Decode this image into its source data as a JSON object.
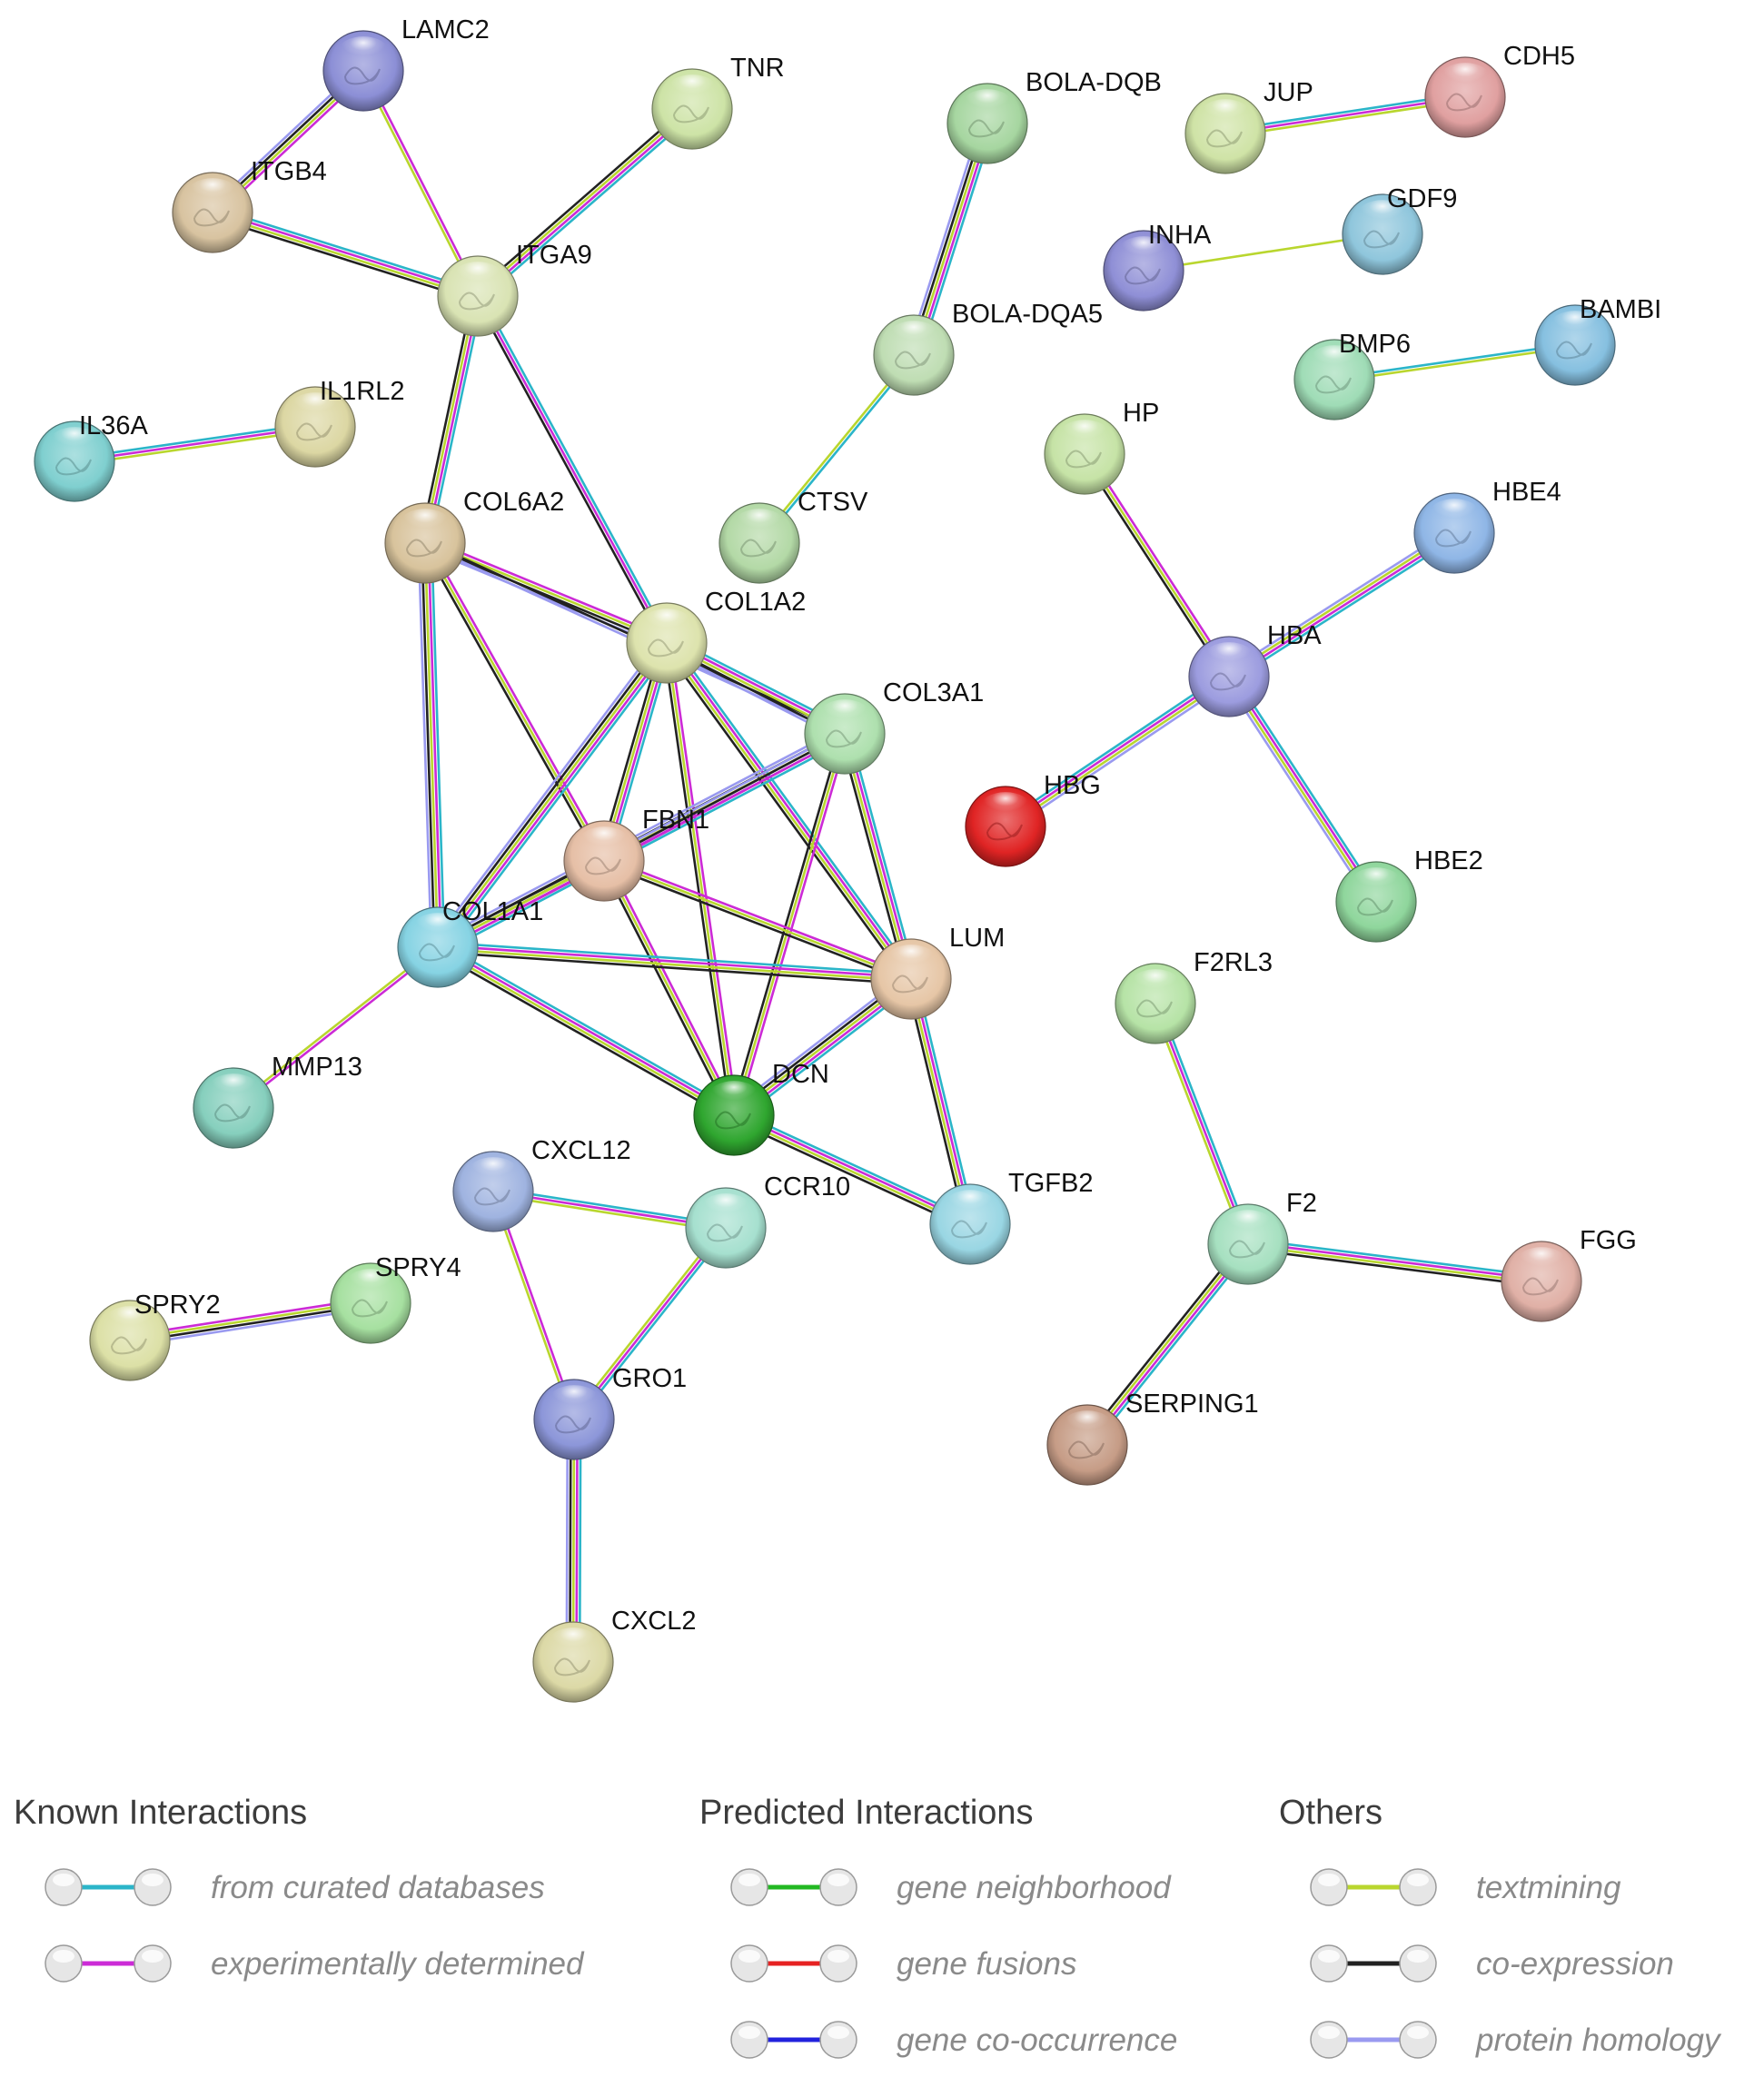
{
  "nodes": [
    {
      "id": "LAMC2",
      "label": "LAMC2",
      "color": "#8c8fd6"
    },
    {
      "id": "TNR",
      "label": "TNR",
      "color": "#cde3a6"
    },
    {
      "id": "ITGB4",
      "label": "ITGB4",
      "color": "#d8c3a0"
    },
    {
      "id": "ITGA9",
      "label": "ITGA9",
      "color": "#d9e3b3"
    },
    {
      "id": "IL1RL2",
      "label": "IL1RL2",
      "color": "#dcd7a3"
    },
    {
      "id": "IL36A",
      "label": "IL36A",
      "color": "#7fcfcf"
    },
    {
      "id": "COL6A2",
      "label": "COL6A2",
      "color": "#d8c39c"
    },
    {
      "id": "BOLA-DQB",
      "label": "BOLA-DQB",
      "color": "#a6d6a0"
    },
    {
      "id": "BOLA-DQA5",
      "label": "BOLA-DQA5",
      "color": "#bfddb3"
    },
    {
      "id": "CTSV",
      "label": "CTSV",
      "color": "#b3d9a6"
    },
    {
      "id": "COL1A2",
      "label": "COL1A2",
      "color": "#dde3ad"
    },
    {
      "id": "COL3A1",
      "label": "COL3A1",
      "color": "#aee0ae"
    },
    {
      "id": "JUP",
      "label": "JUP",
      "color": "#cfe3a6"
    },
    {
      "id": "CDH5",
      "label": "CDH5",
      "color": "#e0a0a0"
    },
    {
      "id": "INHA",
      "label": "INHA",
      "color": "#8f8fd6"
    },
    {
      "id": "GDF9",
      "label": "GDF9",
      "color": "#8fc6dc"
    },
    {
      "id": "BAMBI",
      "label": "BAMBI",
      "color": "#86c0e0"
    },
    {
      "id": "BMP6",
      "label": "BMP6",
      "color": "#9fdcb6"
    },
    {
      "id": "HP",
      "label": "HP",
      "color": "#c6e3a6"
    },
    {
      "id": "HBE4",
      "label": "HBE4",
      "color": "#8fb6e6"
    },
    {
      "id": "HBA",
      "label": "HBA",
      "color": "#9c9cdf"
    },
    {
      "id": "HBG",
      "label": "HBG",
      "color": "#e02424"
    },
    {
      "id": "HBE2",
      "label": "HBE2",
      "color": "#8fd69c"
    },
    {
      "id": "FBN1",
      "label": "FBN1",
      "color": "#e6bfa6"
    },
    {
      "id": "COL1A1",
      "label": "COL1A1",
      "color": "#86d3e3"
    },
    {
      "id": "LUM",
      "label": "LUM",
      "color": "#e6c6a6"
    },
    {
      "id": "MMP13",
      "label": "MMP13",
      "color": "#86cfbd"
    },
    {
      "id": "DCN",
      "label": "DCN",
      "color": "#2fa62f"
    },
    {
      "id": "F2RL3",
      "label": "F2RL3",
      "color": "#b6e3a6"
    },
    {
      "id": "CXCL12",
      "label": "CXCL12",
      "color": "#9fb3e0"
    },
    {
      "id": "CCR10",
      "label": "CCR10",
      "color": "#a6e0cf"
    },
    {
      "id": "TGFB2",
      "label": "TGFB2",
      "color": "#99d6e3"
    },
    {
      "id": "F2",
      "label": "F2",
      "color": "#a6e0c0"
    },
    {
      "id": "FGG",
      "label": "FGG",
      "color": "#e0b0a6"
    },
    {
      "id": "SPRY2",
      "label": "SPRY2",
      "color": "#dce0a6"
    },
    {
      "id": "SPRY4",
      "label": "SPRY4",
      "color": "#a6e0a0"
    },
    {
      "id": "GRO1",
      "label": "GRO1",
      "color": "#8c96d9"
    },
    {
      "id": "SERPING1",
      "label": "SERPING1",
      "color": "#c69c86"
    },
    {
      "id": "CXCL2",
      "label": "CXCL2",
      "color": "#dcd9a6"
    }
  ],
  "edges": [
    {
      "source": "LAMC2",
      "target": "ITGB4",
      "evidence": [
        "experiments",
        "textmining",
        "coexpression",
        "homology"
      ]
    },
    {
      "source": "LAMC2",
      "target": "ITGA9",
      "evidence": [
        "experiments",
        "textmining"
      ]
    },
    {
      "source": "ITGB4",
      "target": "ITGA9",
      "evidence": [
        "textmining",
        "coexpression",
        "experiments",
        "databases"
      ]
    },
    {
      "source": "TNR",
      "target": "ITGA9",
      "evidence": [
        "textmining",
        "coexpression",
        "experiments",
        "databases"
      ]
    },
    {
      "source": "ITGA9",
      "target": "COL6A2",
      "evidence": [
        "databases",
        "experiments",
        "coexpression",
        "textmining"
      ]
    },
    {
      "source": "ITGA9",
      "target": "COL1A2",
      "evidence": [
        "databases",
        "experiments",
        "coexpression"
      ]
    },
    {
      "source": "IL36A",
      "target": "IL1RL2",
      "evidence": [
        "databases",
        "experiments",
        "textmining"
      ]
    },
    {
      "source": "BOLA-DQB",
      "target": "BOLA-DQA5",
      "evidence": [
        "homology",
        "experiments",
        "coexpression",
        "textmining",
        "databases"
      ]
    },
    {
      "source": "BOLA-DQA5",
      "target": "CTSV",
      "evidence": [
        "databases",
        "textmining"
      ]
    },
    {
      "source": "JUP",
      "target": "CDH5",
      "evidence": [
        "databases",
        "experiments",
        "textmining"
      ]
    },
    {
      "source": "INHA",
      "target": "GDF9",
      "evidence": [
        "textmining"
      ]
    },
    {
      "source": "BMP6",
      "target": "BAMBI",
      "evidence": [
        "databases",
        "textmining"
      ]
    },
    {
      "source": "COL6A2",
      "target": "COL1A2",
      "evidence": [
        "coexpression",
        "homology",
        "textmining",
        "experiments"
      ]
    },
    {
      "source": "COL6A2",
      "target": "COL1A1",
      "evidence": [
        "coexpression",
        "experiments",
        "databases",
        "homology",
        "textmining"
      ]
    },
    {
      "source": "COL6A2",
      "target": "FBN1",
      "evidence": [
        "coexpression",
        "experiments",
        "textmining"
      ]
    },
    {
      "source": "COL6A2",
      "target": "COL3A1",
      "evidence": [
        "coexpression",
        "homology"
      ]
    },
    {
      "source": "COL1A2",
      "target": "COL3A1",
      "evidence": [
        "coexpression",
        "homology",
        "experiments",
        "databases",
        "textmining"
      ]
    },
    {
      "source": "COL1A2",
      "target": "COL1A1",
      "evidence": [
        "coexpression",
        "homology",
        "experiments",
        "databases",
        "textmining"
      ]
    },
    {
      "source": "COL1A2",
      "target": "FBN1",
      "evidence": [
        "coexpression",
        "experiments",
        "textmining",
        "databases"
      ]
    },
    {
      "source": "COL1A2",
      "target": "LUM",
      "evidence": [
        "coexpression",
        "experiments",
        "databases",
        "textmining"
      ]
    },
    {
      "source": "COL1A2",
      "target": "DCN",
      "evidence": [
        "coexpression",
        "experiments",
        "textmining"
      ]
    },
    {
      "source": "COL3A1",
      "target": "COL1A1",
      "evidence": [
        "coexpression",
        "homology",
        "experiments",
        "databases",
        "textmining"
      ]
    },
    {
      "source": "COL3A1",
      "target": "FBN1",
      "evidence": [
        "coexpression",
        "homology",
        "experiments"
      ]
    },
    {
      "source": "COL3A1",
      "target": "LUM",
      "evidence": [
        "coexpression",
        "experiments",
        "databases",
        "textmining"
      ]
    },
    {
      "source": "COL3A1",
      "target": "DCN",
      "evidence": [
        "coexpression",
        "experiments",
        "textmining"
      ]
    },
    {
      "source": "FBN1",
      "target": "COL1A1",
      "evidence": [
        "coexpression",
        "experiments",
        "textmining"
      ]
    },
    {
      "source": "FBN1",
      "target": "LUM",
      "evidence": [
        "coexpression",
        "experiments",
        "textmining"
      ]
    },
    {
      "source": "FBN1",
      "target": "DCN",
      "evidence": [
        "coexpression",
        "experiments",
        "textmining"
      ]
    },
    {
      "source": "COL1A1",
      "target": "LUM",
      "evidence": [
        "coexpression",
        "experiments",
        "databases",
        "textmining"
      ]
    },
    {
      "source": "COL1A1",
      "target": "DCN",
      "evidence": [
        "coexpression",
        "experiments",
        "databases",
        "textmining"
      ]
    },
    {
      "source": "COL1A1",
      "target": "MMP13",
      "evidence": [
        "experiments",
        "textmining"
      ]
    },
    {
      "source": "LUM",
      "target": "DCN",
      "evidence": [
        "coexpression",
        "homology",
        "experiments",
        "databases",
        "textmining"
      ]
    },
    {
      "source": "LUM",
      "target": "TGFB2",
      "evidence": [
        "coexpression",
        "experiments",
        "databases",
        "textmining"
      ]
    },
    {
      "source": "DCN",
      "target": "TGFB2",
      "evidence": [
        "coexpression",
        "experiments",
        "databases",
        "textmining"
      ]
    },
    {
      "source": "HP",
      "target": "HBA",
      "evidence": [
        "coexpression",
        "experiments",
        "textmining"
      ]
    },
    {
      "source": "HBE4",
      "target": "HBA",
      "evidence": [
        "homology",
        "databases",
        "experiments",
        "textmining"
      ]
    },
    {
      "source": "HBG",
      "target": "HBA",
      "evidence": [
        "homology",
        "databases",
        "experiments",
        "textmining"
      ]
    },
    {
      "source": "HBA",
      "target": "HBE2",
      "evidence": [
        "homology",
        "databases",
        "experiments",
        "textmining"
      ]
    },
    {
      "source": "F2RL3",
      "target": "F2",
      "evidence": [
        "experiments",
        "databases",
        "textmining"
      ]
    },
    {
      "source": "F2",
      "target": "FGG",
      "evidence": [
        "coexpression",
        "experiments",
        "databases",
        "textmining"
      ]
    },
    {
      "source": "F2",
      "target": "SERPING1",
      "evidence": [
        "coexpression",
        "experiments",
        "databases",
        "textmining"
      ]
    },
    {
      "source": "CXCL12",
      "target": "CCR10",
      "evidence": [
        "databases",
        "experiments",
        "textmining"
      ]
    },
    {
      "source": "CXCL12",
      "target": "GRO1",
      "evidence": [
        "experiments",
        "textmining"
      ]
    },
    {
      "source": "CCR10",
      "target": "GRO1",
      "evidence": [
        "databases",
        "experiments",
        "textmining"
      ]
    },
    {
      "source": "SPRY2",
      "target": "SPRY4",
      "evidence": [
        "homology",
        "experiments",
        "coexpression",
        "textmining"
      ]
    },
    {
      "source": "GRO1",
      "target": "CXCL2",
      "evidence": [
        "homology",
        "databases",
        "experiments",
        "coexpression",
        "textmining"
      ]
    }
  ],
  "evidence_colors": {
    "databases": "#2bb5c9",
    "experiments": "#cc2bd6",
    "neighborhood": "#22b822",
    "fusion": "#e62222",
    "cooccurrence": "#2222dd",
    "textmining": "#b9d62e",
    "coexpression": "#222222",
    "homology": "#9a9af0"
  },
  "legend": {
    "groups": [
      {
        "heading": "Known Interactions",
        "items": [
          {
            "label": "from curated databases",
            "evidence": "databases"
          },
          {
            "label": "experimentally determined",
            "evidence": "experiments"
          }
        ]
      },
      {
        "heading": "Predicted Interactions",
        "items": [
          {
            "label": "gene neighborhood",
            "evidence": "neighborhood"
          },
          {
            "label": "gene fusions",
            "evidence": "fusion"
          },
          {
            "label": "gene co-occurrence",
            "evidence": "cooccurrence"
          }
        ]
      },
      {
        "heading": "Others",
        "items": [
          {
            "label": "textmining",
            "evidence": "textmining"
          },
          {
            "label": "co-expression",
            "evidence": "coexpression"
          },
          {
            "label": "protein homology",
            "evidence": "homology"
          }
        ]
      }
    ]
  }
}
